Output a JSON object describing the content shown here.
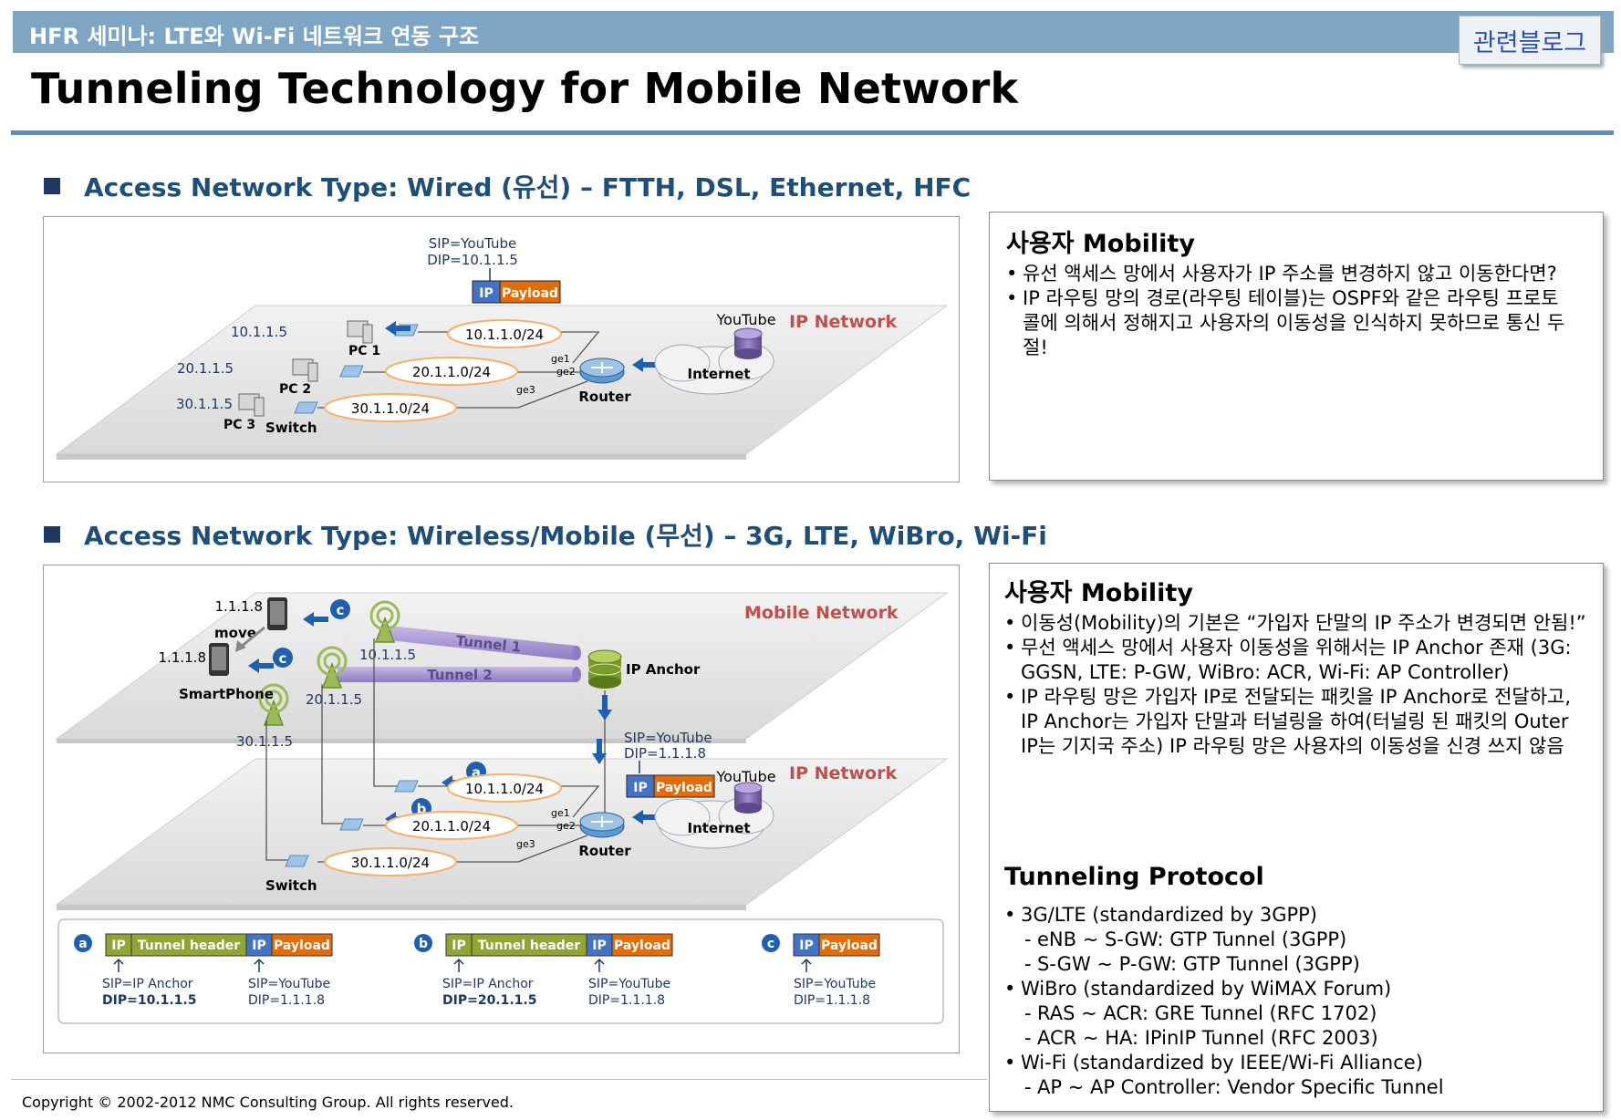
{
  "header": {
    "banner": "HFR 세미나: LTE와 Wi-Fi 네트워크 연동 구조",
    "blog_button": "관련블로그",
    "title": "Tunneling Technology for Mobile Network"
  },
  "section_wired": {
    "heading": "Access Network Type: Wired (유선) – FTTH, DSL, Ethernet, HFC",
    "diagram": {
      "sip": "SIP=YouTube",
      "dip": "DIP=10.1.1.5",
      "ip": "IP",
      "payload": "Payload",
      "youtube": "YouTube",
      "ip_network": "IP Network",
      "internet": "Internet",
      "router": "Router",
      "switch": "Switch",
      "pc1": "PC 1",
      "pc2": "PC 2",
      "pc3": "PC 3",
      "host1": "10.1.1.5",
      "host2": "20.1.1.5",
      "host3": "30.1.1.5",
      "subnet1": "10.1.1.0/24",
      "subnet2": "20.1.1.0/24",
      "subnet3": "30.1.1.0/24",
      "ge1": "ge1",
      "ge2": "ge2",
      "ge3": "ge3"
    },
    "box": {
      "title": "사용자 Mobility",
      "items": [
        "유선 액세스 망에서 사용자가 IP 주소를 변경하지 않고 이동한다면?",
        "IP 라우팅 망의 경로(라우팅 테이블)는 OSPF와 같은 라우팅 프로토콜에 의해서 정해지고 사용자의 이동성을 인식하지 못하므로 통신 두절!"
      ]
    }
  },
  "section_wireless": {
    "heading": "Access Network Type: Wireless/Mobile (무선) – 3G, LTE, WiBro, Wi-Fi",
    "diagram": {
      "mobile_network": "Mobile Network",
      "ip_network": "IP Network",
      "tunnel1": "Tunnel 1",
      "tunnel2": "Tunnel 2",
      "ip_anchor": "IP Anchor",
      "phone_ip_top": "1.1.1.8",
      "phone_ip_bottom": "1.1.1.8",
      "move": "move",
      "smartphone": "SmartPhone",
      "bs1": "10.1.1.5",
      "bs2": "20.1.1.5",
      "bs3": "30.1.1.5",
      "sip": "SIP=YouTube",
      "dip": "DIP=1.1.1.8",
      "ip": "IP",
      "payload": "Payload",
      "youtube": "YouTube",
      "internet": "Internet",
      "router": "Router",
      "switch": "Switch",
      "subnet1": "10.1.1.0/24",
      "subnet2": "20.1.1.0/24",
      "subnet3": "30.1.1.0/24",
      "ge1": "ge1",
      "ge2": "ge2",
      "ge3": "ge3",
      "marker_a": "a",
      "marker_b": "b",
      "marker_c": "c"
    },
    "legend": {
      "a": {
        "marker": "a",
        "ip": "IP",
        "tunnel_header": "Tunnel header",
        "ip2": "IP",
        "payload": "Payload",
        "outer_sip": "SIP=IP Anchor",
        "outer_dip": "DIP=10.1.1.5",
        "inner_sip": "SIP=YouTube",
        "inner_dip": "DIP=1.1.1.8"
      },
      "b": {
        "marker": "b",
        "ip": "IP",
        "tunnel_header": "Tunnel header",
        "ip2": "IP",
        "payload": "Payload",
        "outer_sip": "SIP=IP Anchor",
        "outer_dip": "DIP=20.1.1.5",
        "inner_sip": "SIP=YouTube",
        "inner_dip": "DIP=1.1.1.8"
      },
      "c": {
        "marker": "c",
        "ip": "IP",
        "payload": "Payload",
        "inner_sip": "SIP=YouTube",
        "inner_dip": "DIP=1.1.1.8"
      }
    },
    "box": {
      "title": "사용자 Mobility",
      "items": [
        "이동성(Mobility)의 기본은 “가입자 단말의 IP 주소가 변경되면 안됨!”",
        "무선 액세스 망에서 사용자 이동성을 위해서는 IP Anchor 존재 (3G: GGSN, LTE: P-GW, WiBro: ACR, Wi-Fi: AP Controller)",
        "IP 라우팅 망은 가입자 IP로 전달되는 패킷을 IP Anchor로 전달하고, IP Anchor는 가입자 단말과 터널링을 하여(터널링 된 패킷의 Outer IP는 기지국 주소) IP 라우팅 망은 사용자의 이동성을 신경 쓰지 않음"
      ],
      "protocol_title": "Tunneling Protocol",
      "protocols": [
        {
          "type": "main",
          "text": "3G/LTE (standardized by 3GPP)"
        },
        {
          "type": "sub",
          "text": "eNB ~ S-GW: GTP Tunnel (3GPP)"
        },
        {
          "type": "sub",
          "text": "S-GW ~ P-GW: GTP Tunnel (3GPP)"
        },
        {
          "type": "main",
          "text": "WiBro (standardized by WiMAX Forum)"
        },
        {
          "type": "sub",
          "text": "RAS ~ ACR: GRE Tunnel (RFC 1702)"
        },
        {
          "type": "sub",
          "text": "ACR ~ HA: IPinIP Tunnel (RFC 2003)"
        },
        {
          "type": "main",
          "text": " Wi-Fi (standardized by IEEE/Wi-Fi Alliance)"
        },
        {
          "type": "sub",
          "text": "AP ~ AP Controller: Vendor Specific Tunnel"
        }
      ]
    }
  },
  "footer": {
    "copyright": "Copyright © 2002-2012 NMC Consulting Group. All rights reserved."
  },
  "colors": {
    "accent": "#1f4e79",
    "banner": "#7ea6c4",
    "ip_box": "#4472c4",
    "payload": "#e36c09",
    "tunnel": "#8fa635",
    "red_label": "#c0504d"
  }
}
